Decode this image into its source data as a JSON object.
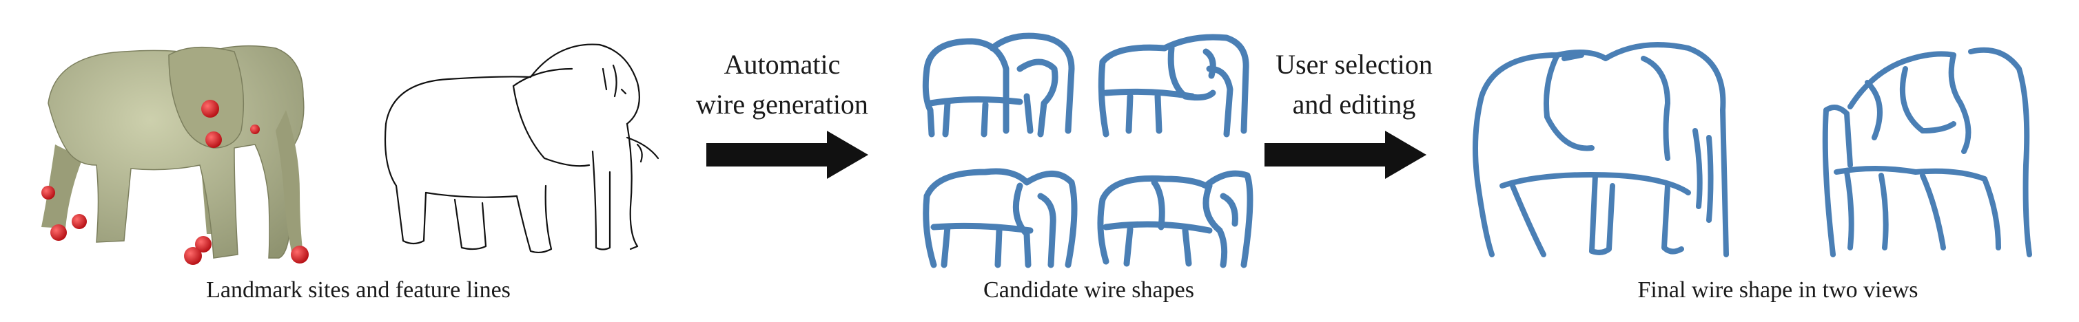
{
  "stages": [
    {
      "caption": "Landmark sites and feature lines"
    },
    {
      "caption": "Candidate wire shapes"
    },
    {
      "caption": "Final wire shape in two views"
    }
  ],
  "arrows": [
    {
      "line1": "Automatic",
      "line2": "wire generation"
    },
    {
      "line1": "User selection",
      "line2": "and editing"
    }
  ],
  "colors": {
    "mesh": "#b5b894",
    "landmark": "#e0151b",
    "wire": "#4a7fb5",
    "arrow": "#111111"
  }
}
